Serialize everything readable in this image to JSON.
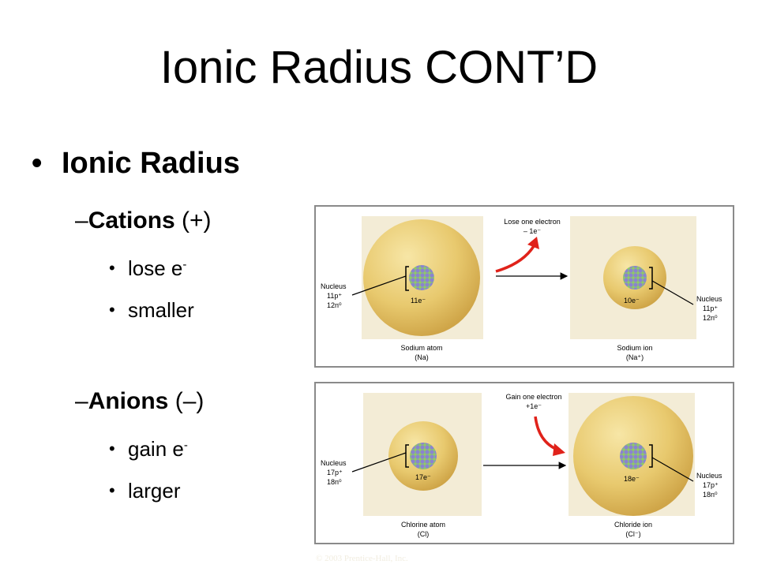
{
  "slide": {
    "title": "Ionic Radius CONT’D",
    "bullet_main": "Ionic Radius",
    "cations": {
      "label": "Cations",
      "sign": "(+)",
      "points": [
        {
          "text": "lose e",
          "sup": "-"
        },
        {
          "text": "smaller",
          "sup": ""
        }
      ]
    },
    "anions": {
      "label": "Anions",
      "sign": "(–)",
      "points": [
        {
          "text": "gain e",
          "sup": "-"
        },
        {
          "text": "larger",
          "sup": ""
        }
      ]
    }
  },
  "figure_top": {
    "transfer_label": "Lose one electron",
    "transfer_value": "– 1e⁻",
    "left_atom": {
      "name": "Sodium atom",
      "symbol": "(Na)",
      "electrons": "11e⁻"
    },
    "right_atom": {
      "name": "Sodium ion",
      "symbol": "(Na⁺)",
      "electrons": "10e⁻"
    },
    "nucleus_left": {
      "title": "Nucleus",
      "protons": "11p⁺",
      "neutrons": "12n⁰"
    },
    "nucleus_right": {
      "title": "Nucleus",
      "protons": "11p⁺",
      "neutrons": "12n⁰"
    },
    "colors": {
      "atom": "#e8c96e",
      "arrow": "#e0221a",
      "nucleus_a": "#8a84cf",
      "nucleus_b": "#8fc76a"
    }
  },
  "figure_bottom": {
    "transfer_label": "Gain one electron",
    "transfer_value": "+1e⁻",
    "left_atom": {
      "name": "Chlorine atom",
      "symbol": "(Cl)",
      "electrons": "17e⁻"
    },
    "right_atom": {
      "name": "Chloride ion",
      "symbol": "(Cl⁻)",
      "electrons": "18e⁻"
    },
    "nucleus_left": {
      "title": "Nucleus",
      "protons": "17p⁺",
      "neutrons": "18n⁰"
    },
    "nucleus_right": {
      "title": "Nucleus",
      "protons": "17p⁺",
      "neutrons": "18n⁰"
    }
  },
  "copyright": "© 2003 Prentice-Hall, Inc."
}
